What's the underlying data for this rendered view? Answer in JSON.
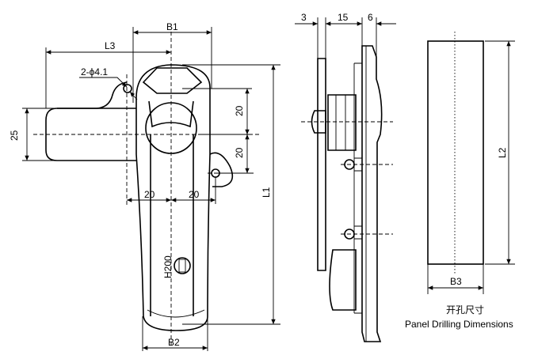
{
  "dimensions": {
    "B1": "B1",
    "L3": "L3",
    "hole": "2-ϕ4.1",
    "d25": "25",
    "d20_upper": "20",
    "d20_lower": "20",
    "d20_left": "20",
    "d20_right": "20",
    "L1": "L1",
    "B2": "B2",
    "key_code": "H200",
    "s3": "3",
    "s15": "15",
    "s6": "6",
    "L2": "L2",
    "B3": "B3"
  },
  "caption": {
    "zh": "开孔尺寸",
    "en": "Panel Drilling Dimensions"
  }
}
